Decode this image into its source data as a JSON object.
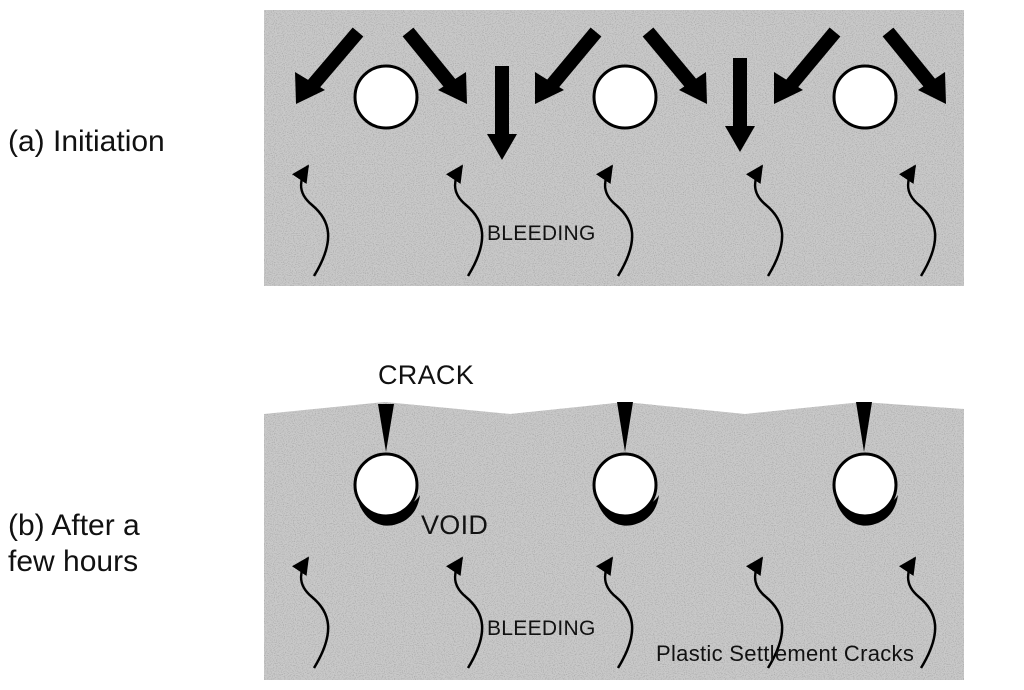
{
  "panels": {
    "a": {
      "label": "(a) Initiation",
      "bleeding": "BLEEDING"
    },
    "b": {
      "label_line1": "(b) After a",
      "label_line2": "few hours",
      "bleeding": "BLEEDING",
      "crack": "CRACK",
      "void": "VOID",
      "settlement": "Plastic Settlement Cracks"
    }
  },
  "colors": {
    "concrete": "#c9c9c9",
    "ink": "#000000",
    "rebar": "#ffffff"
  },
  "icons": [
    "rebar-circle",
    "settlement-arrow",
    "bleeding-arrow",
    "crack-wedge",
    "void-crescent"
  ]
}
